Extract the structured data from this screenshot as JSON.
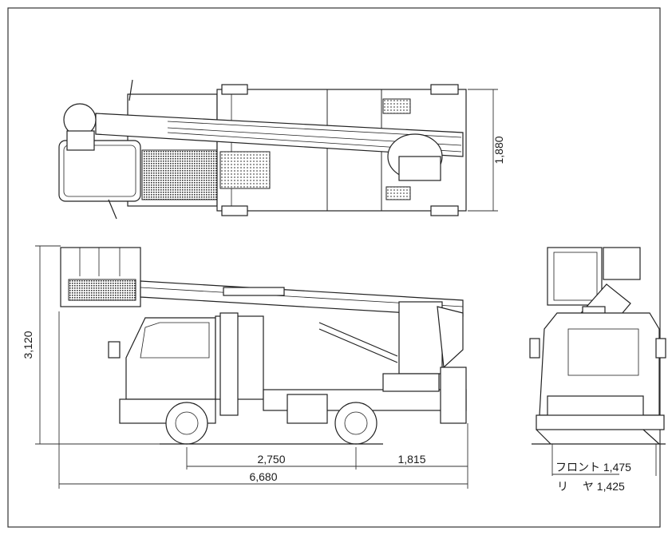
{
  "dimensions": {
    "top_width": "1,880",
    "side_height": "3,120",
    "wheelbase": "2,750",
    "rear_overhang": "1,815",
    "overall_length": "6,680",
    "front_track": "フロント 1,475",
    "rear_track": "リ　 ヤ 1,425"
  },
  "colors": {
    "line": "#222222",
    "border": "#333333",
    "hatch": "#555555"
  }
}
